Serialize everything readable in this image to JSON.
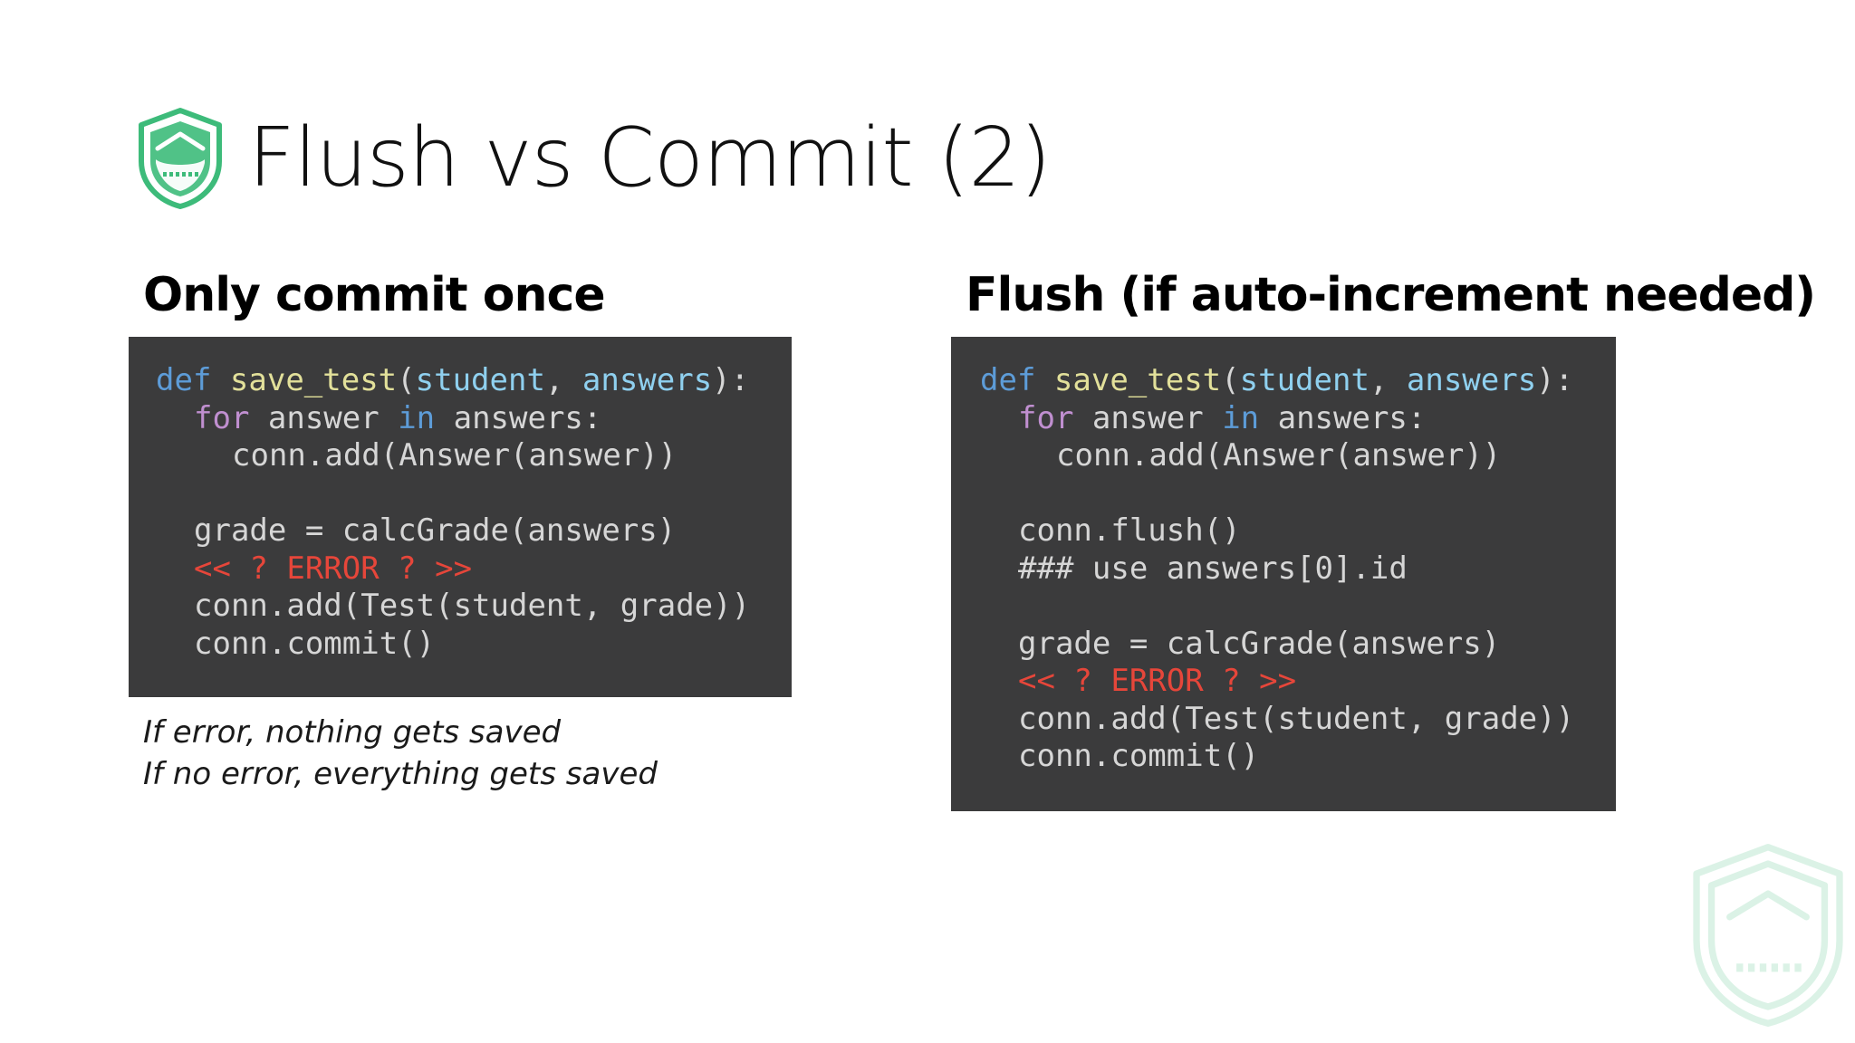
{
  "slide": {
    "title": "Flush vs Commit (2)",
    "logo_icon": "shield-icon",
    "colors": {
      "accent": "#3dbb7a",
      "code_bg": "#3b3b3c",
      "keyword_blue": "#5d9cd8",
      "keyword_purple": "#c08fd0",
      "function_yellow": "#e2e09a",
      "param_cyan": "#8fd0ef",
      "error_red": "#e6463a"
    }
  },
  "left": {
    "heading": "Only commit once",
    "code": {
      "l1_def": "def",
      "l1_fn": "save_test",
      "l1_open": "(",
      "l1_p1": "student",
      "l1_comma": ", ",
      "l1_p2": "answers",
      "l1_close": "):",
      "l2_for": "for",
      "l2_var": " answer ",
      "l2_in": "in",
      "l2_iter": " answers:",
      "l3": "conn.add(Answer(answer))",
      "l5": "grade = calcGrade(answers)",
      "l6": "<< ? ERROR ? >>",
      "l7": "conn.add(Test(student, grade))",
      "l8": "conn.commit()"
    },
    "notes": [
      "If error, nothing gets saved",
      "If no error, everything gets saved"
    ]
  },
  "right": {
    "heading": "Flush (if auto-increment needed)",
    "code": {
      "l1_def": "def",
      "l1_fn": "save_test",
      "l1_open": "(",
      "l1_p1": "student",
      "l1_comma": ", ",
      "l1_p2": "answers",
      "l1_close": "):",
      "l2_for": "for",
      "l2_var": " answer ",
      "l2_in": "in",
      "l2_iter": " answers:",
      "l3": "conn.add(Answer(answer))",
      "l5": "conn.flush()",
      "l6": "### use answers[0].id",
      "l8": "grade = calcGrade(answers)",
      "l9": "<< ? ERROR ? >>",
      "l10": "conn.add(Test(student, grade))",
      "l11": "conn.commit()"
    }
  }
}
